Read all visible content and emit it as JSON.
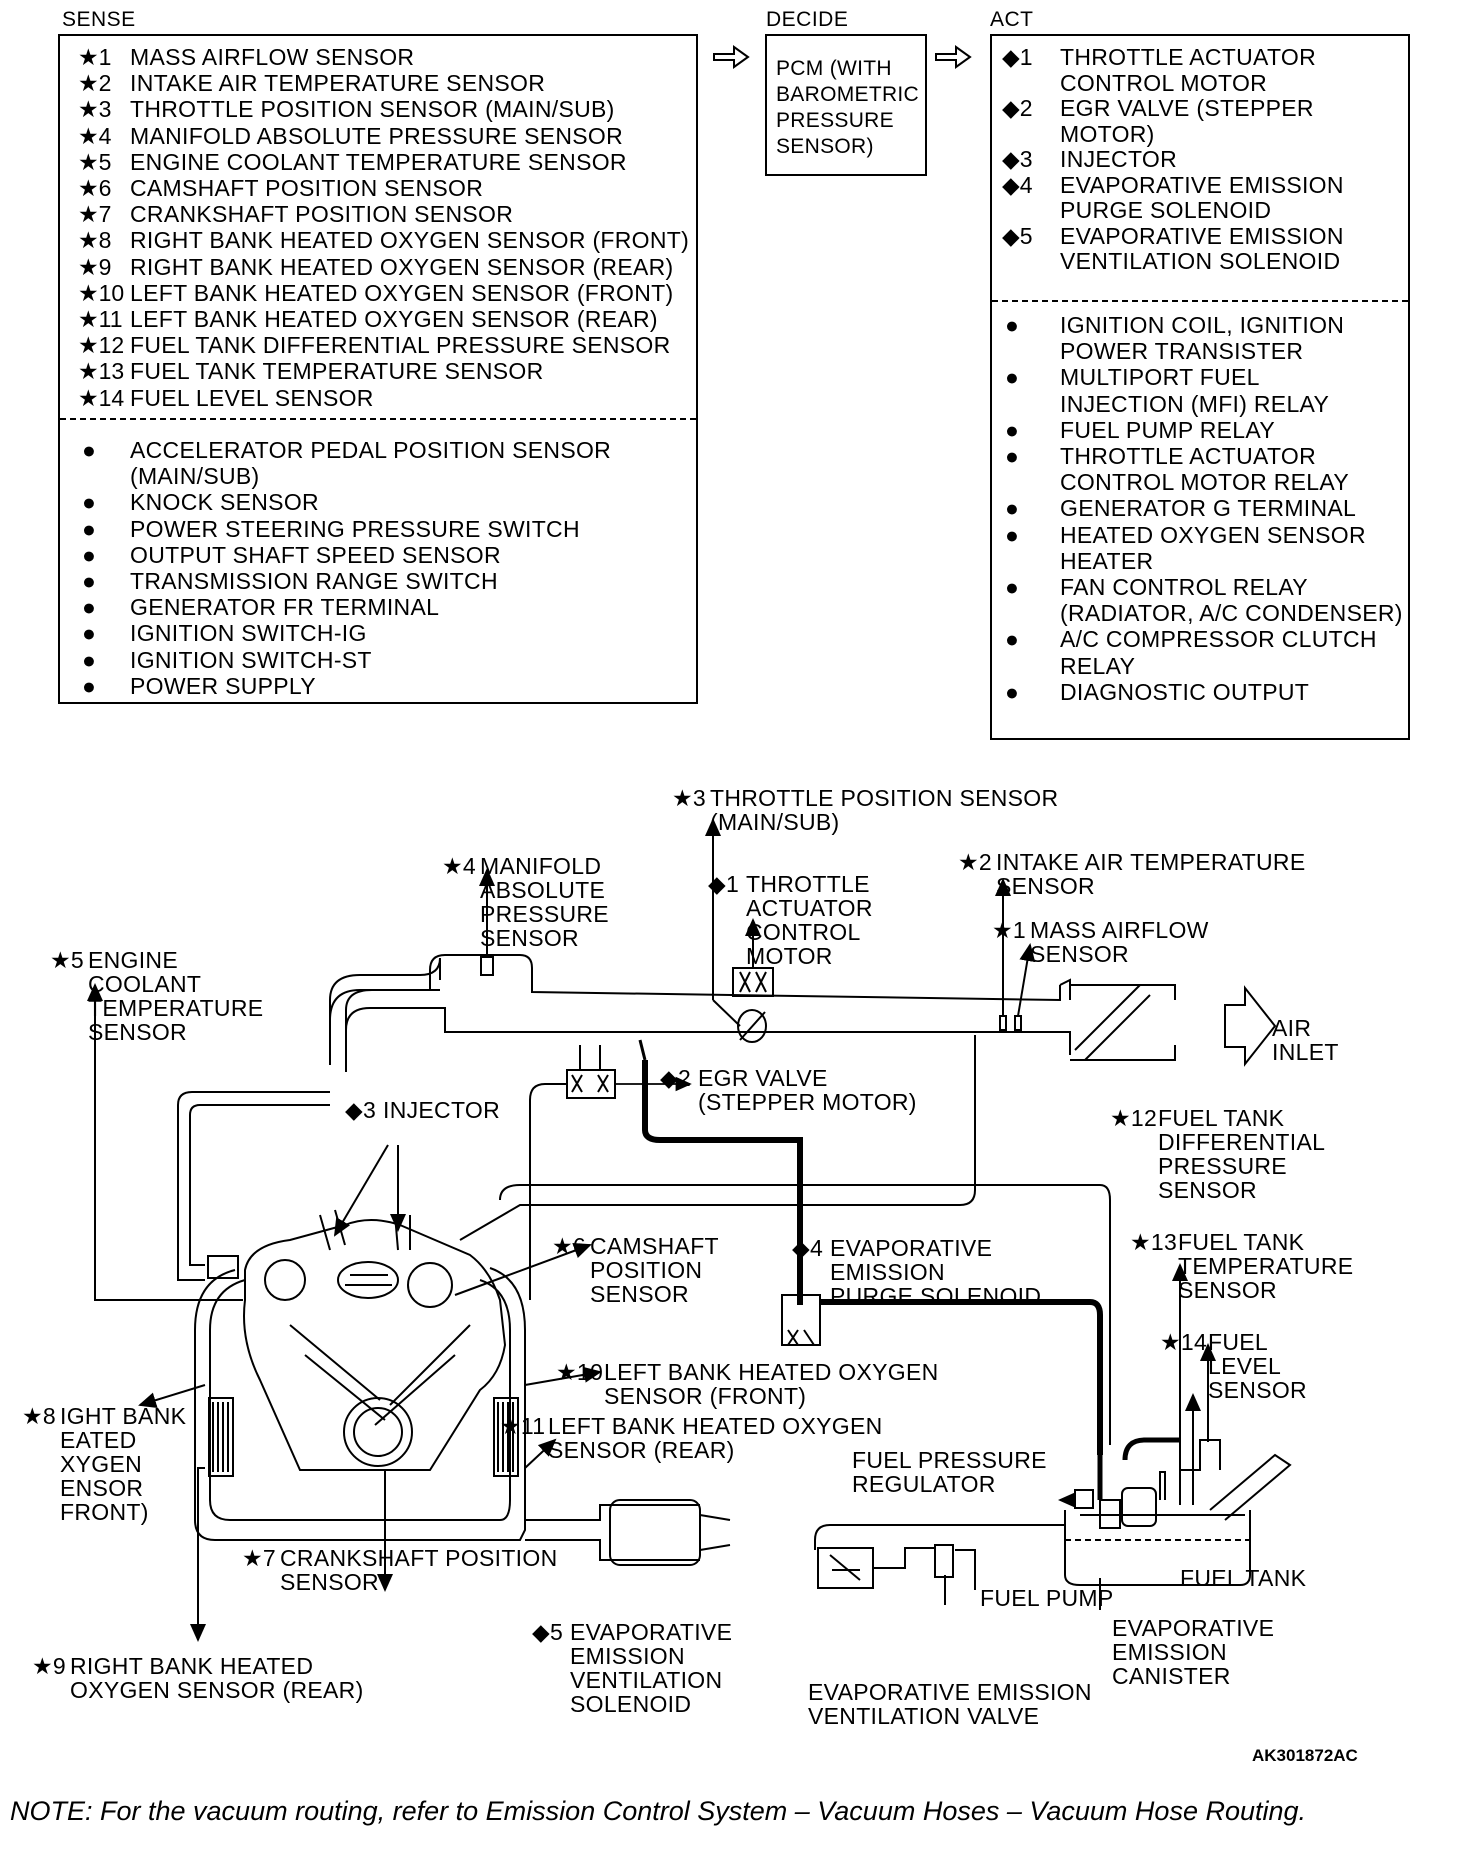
{
  "headers": {
    "sense": "SENSE",
    "decide": "DECIDE",
    "act": "ACT"
  },
  "sense_star_items": [
    {
      "n": "1",
      "label": "MASS AIRFLOW SENSOR"
    },
    {
      "n": "2",
      "label": "INTAKE AIR TEMPERATURE SENSOR"
    },
    {
      "n": "3",
      "label": "THROTTLE POSITION SENSOR (MAIN/SUB)"
    },
    {
      "n": "4",
      "label": "MANIFOLD ABSOLUTE PRESSURE SENSOR"
    },
    {
      "n": "5",
      "label": "ENGINE COOLANT TEMPERATURE SENSOR"
    },
    {
      "n": "6",
      "label": "CAMSHAFT POSITION SENSOR"
    },
    {
      "n": "7",
      "label": "CRANKSHAFT POSITION SENSOR"
    },
    {
      "n": "8",
      "label": "RIGHT BANK HEATED OXYGEN SENSOR (FRONT)"
    },
    {
      "n": "9",
      "label": "RIGHT BANK HEATED OXYGEN SENSOR (REAR)"
    },
    {
      "n": "10",
      "label": "LEFT BANK HEATED OXYGEN SENSOR (FRONT)"
    },
    {
      "n": "11",
      "label": "LEFT BANK HEATED OXYGEN SENSOR (REAR)"
    },
    {
      "n": "12",
      "label": "FUEL TANK DIFFERENTIAL PRESSURE SENSOR"
    },
    {
      "n": "13",
      "label": "FUEL TANK TEMPERATURE SENSOR"
    },
    {
      "n": "14",
      "label": "FUEL LEVEL SENSOR"
    }
  ],
  "sense_dot_items": [
    [
      "ACCELERATOR PEDAL POSITION SENSOR",
      "(MAIN/SUB)"
    ],
    [
      "KNOCK SENSOR"
    ],
    [
      "POWER STEERING PRESSURE SWITCH"
    ],
    [
      "OUTPUT SHAFT SPEED SENSOR"
    ],
    [
      "TRANSMISSION RANGE SWITCH"
    ],
    [
      "GENERATOR FR TERMINAL"
    ],
    [
      "IGNITION SWITCH-IG"
    ],
    [
      "IGNITION SWITCH-ST"
    ],
    [
      "POWER SUPPLY"
    ]
  ],
  "decide_lines": [
    "PCM (WITH",
    "BAROMETRIC",
    "PRESSURE",
    "SENSOR)"
  ],
  "act_diamond_items": [
    {
      "n": "1",
      "lines": [
        "THROTTLE ACTUATOR",
        "CONTROL MOTOR"
      ]
    },
    {
      "n": "2",
      "lines": [
        "EGR VALVE (STEPPER",
        "MOTOR)"
      ]
    },
    {
      "n": "3",
      "lines": [
        "INJECTOR"
      ]
    },
    {
      "n": "4",
      "lines": [
        "EVAPORATIVE EMISSION",
        "PURGE SOLENOID"
      ]
    },
    {
      "n": "5",
      "lines": [
        "EVAPORATIVE EMISSION",
        "VENTILATION SOLENOID"
      ]
    }
  ],
  "act_dot_items": [
    [
      "IGNITION COIL, IGNITION",
      "POWER TRANSISTER"
    ],
    [
      "MULTIPORT FUEL",
      "INJECTION (MFI) RELAY"
    ],
    [
      "FUEL PUMP RELAY"
    ],
    [
      "THROTTLE ACTUATOR",
      "CONTROL MOTOR RELAY"
    ],
    [
      "GENERATOR G TERMINAL"
    ],
    [
      "HEATED OXYGEN SENSOR",
      "HEATER"
    ],
    [
      "FAN CONTROL RELAY",
      "(RADIATOR, A/C CONDENSER)"
    ],
    [
      "A/C COMPRESSOR CLUTCH",
      "RELAY"
    ],
    [
      "DIAGNOSTIC OUTPUT"
    ]
  ],
  "diagram_labels": {
    "tps": {
      "mark": "★3",
      "lines": [
        "THROTTLE POSITION SENSOR",
        "(MAIN/SUB)"
      ]
    },
    "map": {
      "mark": "★4",
      "lines": [
        "MANIFOLD",
        "ABSOLUTE",
        "PRESSURE",
        "SENSOR"
      ]
    },
    "throttle": {
      "mark": "◆1",
      "lines": [
        "THROTTLE",
        "ACTUATOR",
        "CONTROL",
        "MOTOR"
      ]
    },
    "iat": {
      "mark": "★2",
      "lines": [
        "INTAKE AIR TEMPERATURE",
        "SENSOR"
      ]
    },
    "maf": {
      "mark": "★1",
      "lines": [
        "MASS AIRFLOW",
        "SENSOR"
      ]
    },
    "ect": {
      "mark": "★5",
      "lines": [
        "ENGINE",
        "COOLANT",
        "TEMPERATURE",
        "SENSOR"
      ]
    },
    "air_inlet": {
      "lines": [
        "AIR",
        "INLET"
      ]
    },
    "egr": {
      "mark": "◆2",
      "lines": [
        "EGR VALVE",
        "(STEPPER MOTOR)"
      ]
    },
    "injector": {
      "mark": "◆3",
      "lines": [
        "INJECTOR"
      ]
    },
    "ft_diff": {
      "mark": "★12",
      "lines": [
        "FUEL TANK",
        "DIFFERENTIAL",
        "PRESSURE",
        "SENSOR"
      ]
    },
    "cmp": {
      "mark": "★6",
      "lines": [
        "CAMSHAFT",
        "POSITION",
        "SENSOR"
      ]
    },
    "purge": {
      "mark": "◆4",
      "lines": [
        "EVAPORATIVE",
        "EMISSION",
        "PURGE SOLENOID"
      ]
    },
    "ft_temp": {
      "mark": "★13",
      "lines": [
        "FUEL TANK",
        "TEMPERATURE",
        "SENSOR"
      ]
    },
    "fuel_level": {
      "mark": "★14",
      "lines": [
        "FUEL",
        "LEVEL",
        "SENSOR"
      ]
    },
    "lb_front": {
      "mark": "★10",
      "lines": [
        "LEFT BANK HEATED OXYGEN",
        "SENSOR (FRONT)"
      ]
    },
    "lb_rear": {
      "mark": "★11",
      "lines": [
        "LEFT BANK HEATED OXYGEN",
        "SENSOR (REAR)"
      ]
    },
    "rb_front": {
      "mark": "★8",
      "lines": [
        "IGHT BANK",
        "EATED",
        "XYGEN",
        "ENSOR",
        "FRONT)"
      ]
    },
    "fpr": {
      "lines": [
        "FUEL PRESSURE",
        "REGULATOR"
      ]
    },
    "ckp": {
      "mark": "★7",
      "lines": [
        "CRANKSHAFT POSITION",
        "SENSOR"
      ]
    },
    "fuel_tank": {
      "lines": [
        "FUEL TANK"
      ]
    },
    "fuel_pump": {
      "lines": [
        "FUEL PUMP"
      ]
    },
    "canister": {
      "lines": [
        "EVAPORATIVE",
        "EMISSION",
        "CANISTER"
      ]
    },
    "vent_sol": {
      "mark": "◆5",
      "lines": [
        "EVAPORATIVE",
        "EMISSION",
        "VENTILATION",
        "SOLENOID"
      ]
    },
    "rb_rear": {
      "mark": "★9",
      "lines": [
        "RIGHT BANK HEATED",
        "OXYGEN SENSOR (REAR)"
      ]
    },
    "vent_valve": {
      "lines": [
        "EVAPORATIVE EMISSION",
        "VENTILATION VALVE"
      ]
    }
  },
  "figure_code": "AK301872AC",
  "note": "NOTE: For the vacuum routing, refer to  Emission Control System  – Vacuum Hoses – Vacuum Hose Routing."
}
